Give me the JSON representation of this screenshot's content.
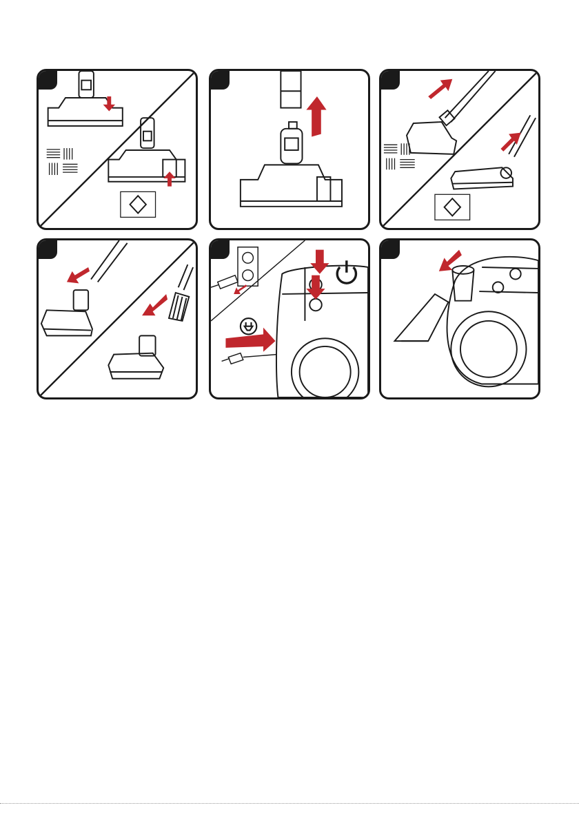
{
  "document": {
    "colors": {
      "outline": "#1a1a1a",
      "arrow": "#c0272d",
      "panel_bg": "#ffffff"
    },
    "panels": [
      {
        "id": "panel-1",
        "icons": [
          "floor-nozzle-icon",
          "carpet-icon",
          "hard-floor-icon"
        ]
      },
      {
        "id": "panel-2",
        "icons": [
          "floor-nozzle-icon",
          "tube-icon"
        ]
      },
      {
        "id": "panel-3",
        "icons": [
          "floor-nozzle-icon",
          "carpet-icon",
          "hard-floor-icon"
        ]
      },
      {
        "id": "panel-4",
        "icons": [
          "floor-nozzle-icon",
          "crevice-brush-icon"
        ]
      },
      {
        "id": "panel-5",
        "icons": [
          "wall-socket-icon",
          "plug-icon",
          "power-icon",
          "vacuum-body-icon"
        ]
      },
      {
        "id": "panel-6",
        "icons": [
          "vacuum-body-icon",
          "hose-inlet-icon"
        ]
      }
    ]
  }
}
